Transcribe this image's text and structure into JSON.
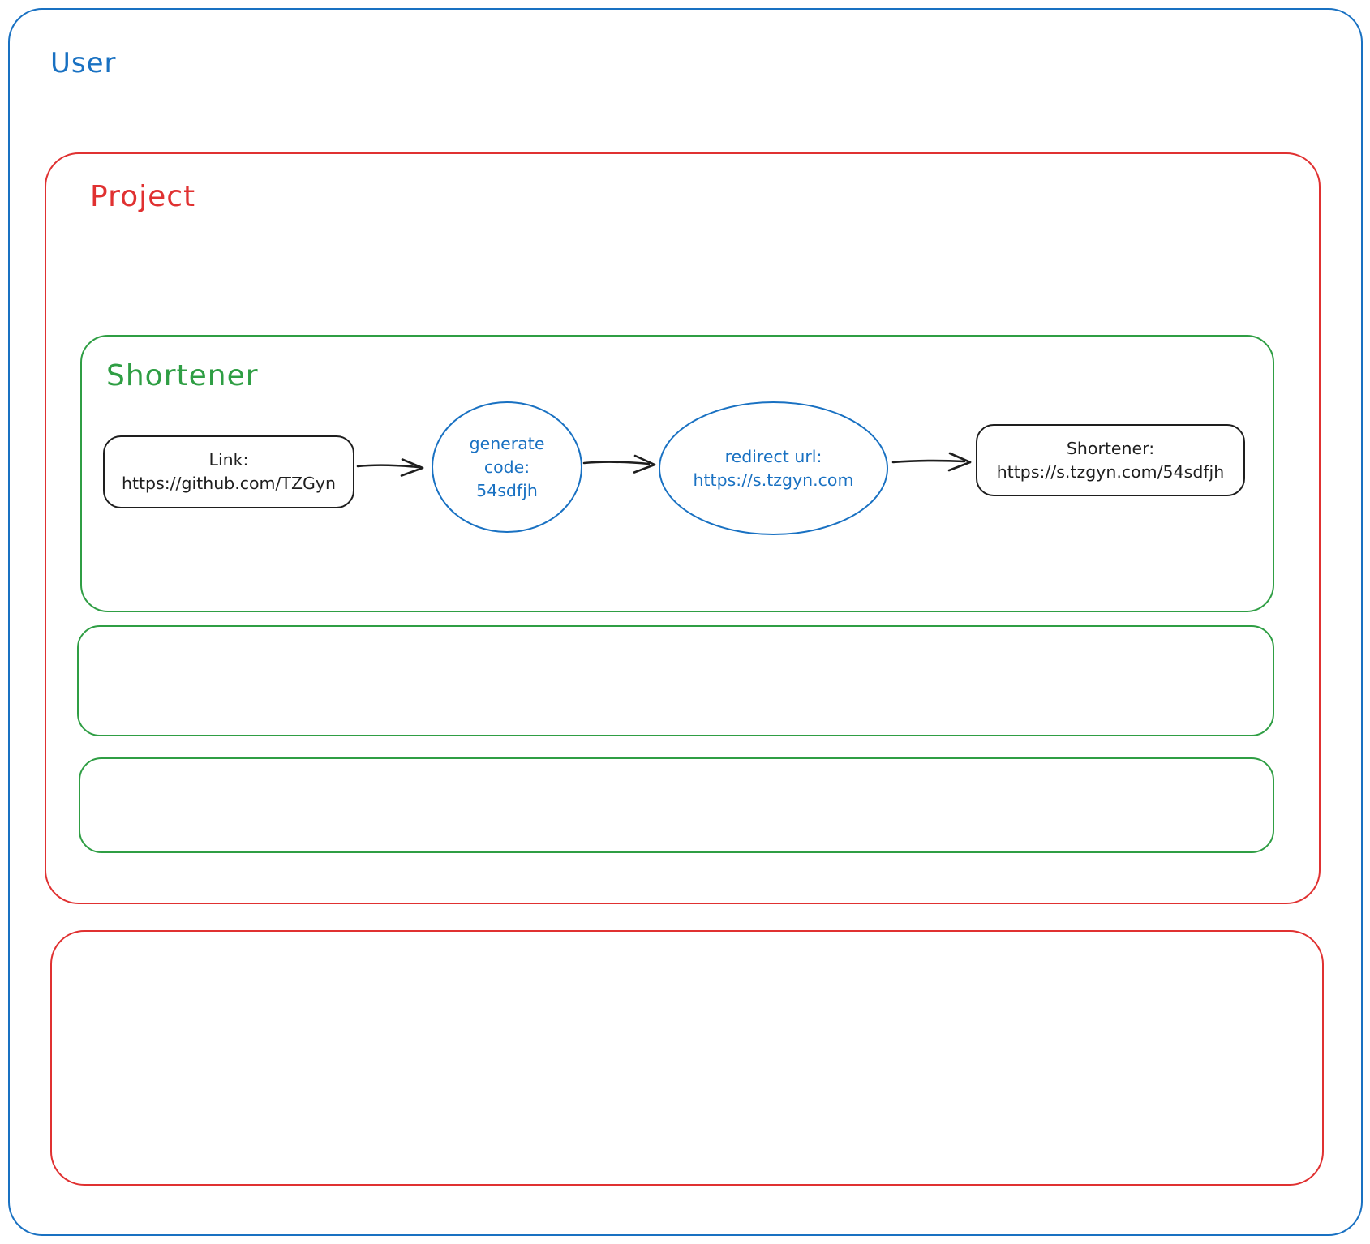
{
  "diagram": {
    "user": {
      "label": "User"
    },
    "project": {
      "label": "Project"
    },
    "shortener": {
      "label": "Shortener",
      "flow": {
        "link_node": {
          "lines": [
            "Link:",
            "https://github.com/TZGyn"
          ]
        },
        "generate_node": {
          "lines": [
            "generate",
            "code:",
            "54sdfjh"
          ]
        },
        "redirect_node": {
          "lines": [
            "redirect url:",
            "https://s.tzgyn.com"
          ]
        },
        "result_node": {
          "lines": [
            "Shortener:",
            "https://s.tzgyn.com/54sdfjh"
          ]
        }
      }
    },
    "colors": {
      "user_frame": "#1971c2",
      "project_frame": "#e03131",
      "shortener_frame": "#2f9e44",
      "node_stroke": "#1e1e1e",
      "flow_accent": "#1971c2"
    }
  }
}
